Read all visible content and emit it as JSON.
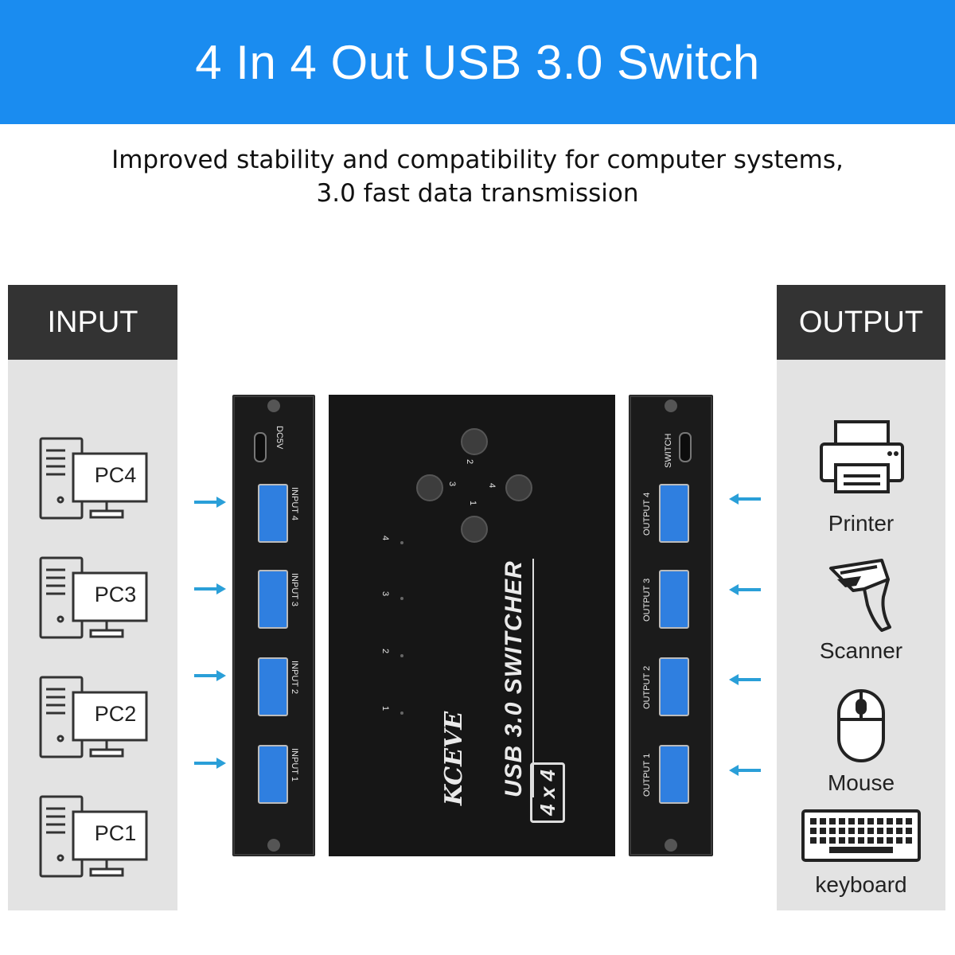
{
  "title": "4 In 4 Out USB 3.0 Switch",
  "subtitle_line1": "Improved stability and compatibility for computer systems,",
  "subtitle_line2": "3.0 fast data transmission",
  "input_panel": {
    "heading": "INPUT",
    "items": [
      {
        "label": "PC4"
      },
      {
        "label": "PC3"
      },
      {
        "label": "PC2"
      },
      {
        "label": "PC1"
      }
    ]
  },
  "output_panel": {
    "heading": "OUTPUT",
    "items": [
      {
        "label": "Printer",
        "icon": "printer-icon"
      },
      {
        "label": "Scanner",
        "icon": "scanner-icon"
      },
      {
        "label": "Mouse",
        "icon": "mouse-icon"
      },
      {
        "label": "keyboard",
        "icon": "keyboard-icon"
      }
    ]
  },
  "device": {
    "brand": "KCEVE",
    "model_text": "USB 3.0 SWITCHER",
    "badge": "4 x 4",
    "button_numbers": [
      "2",
      "3",
      "4",
      "1"
    ],
    "led_numbers": [
      "4",
      "3",
      "2",
      "1"
    ],
    "input_side": {
      "power_label": "DC5V",
      "port_labels": [
        "INPUT 4",
        "INPUT 3",
        "INPUT 2",
        "INPUT 1"
      ]
    },
    "output_side": {
      "switch_label": "SWITCH",
      "port_labels": [
        "OUTPUT 4",
        "OUTPUT 3",
        "OUTPUT 2",
        "OUTPUT 1"
      ]
    }
  },
  "colors": {
    "banner": "#1a8cf0",
    "panel_bg": "#e3e3e3",
    "panel_head": "#333333",
    "usb_blue": "#2f7fe0",
    "arrow": "#2a9fd8"
  }
}
